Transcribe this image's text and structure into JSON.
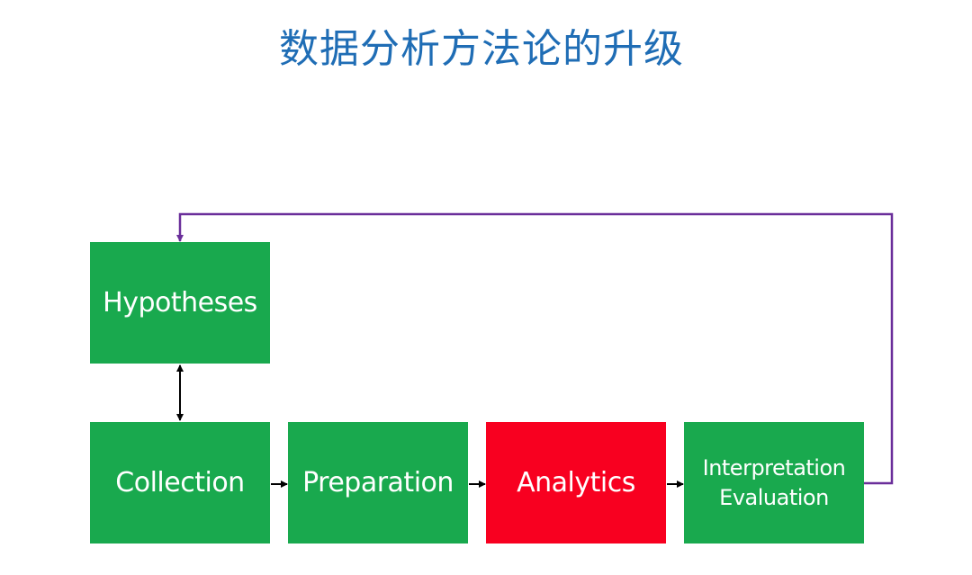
{
  "title": "数据分析方法论的升级",
  "colors": {
    "title": "#1f6db5",
    "step": "#19a94e",
    "highlight": "#f80020",
    "loop": "#6a2e9a",
    "arrow": "#000000"
  },
  "steps": {
    "hypotheses": "Hypotheses",
    "collection": "Collection",
    "preparation": "Preparation",
    "analytics": "Analytics",
    "interpretation": "Interpretation",
    "evaluation": "Evaluation"
  }
}
